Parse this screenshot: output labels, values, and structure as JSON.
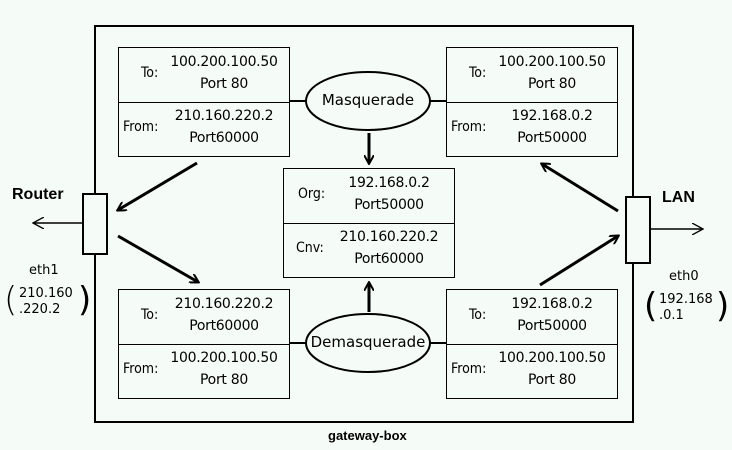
{
  "gateway_label": "gateway-box",
  "router": {
    "label": "Router",
    "iface": "eth1",
    "ip_line1": "210.160",
    "ip_line2": ".220.2"
  },
  "lan": {
    "label": "LAN",
    "iface": "eth0",
    "ip_line1": "192.168",
    "ip_line2": ".0.1"
  },
  "masquerade": {
    "label": "Masquerade"
  },
  "demasquerade": {
    "label": "Demasquerade"
  },
  "packets": {
    "out_router": {
      "to_label": "To:",
      "to_ip": "100.200.100.50",
      "to_port": "Port 80",
      "from_label": "From:",
      "from_ip": "210.160.220.2",
      "from_port": "Port60000"
    },
    "out_lan": {
      "to_label": "To:",
      "to_ip": "100.200.100.50",
      "to_port": "Port 80",
      "from_label": "From:",
      "from_ip": "192.168.0.2",
      "from_port": "Port50000"
    },
    "in_router": {
      "to_label": "To:",
      "to_ip": "210.160.220.2",
      "to_port": "Port60000",
      "from_label": "From:",
      "from_ip": "100.200.100.50",
      "from_port": "Port 80"
    },
    "in_lan": {
      "to_label": "To:",
      "to_ip": "192.168.0.2",
      "to_port": "Port50000",
      "from_label": "From:",
      "from_ip": "100.200.100.50",
      "from_port": "Port 80"
    }
  },
  "table": {
    "org_label": "Org:",
    "org_ip": "192.168.0.2",
    "org_port": "Port50000",
    "cnv_label": "Cnv:",
    "cnv_ip": "210.160.220.2",
    "cnv_port": "Port60000"
  }
}
